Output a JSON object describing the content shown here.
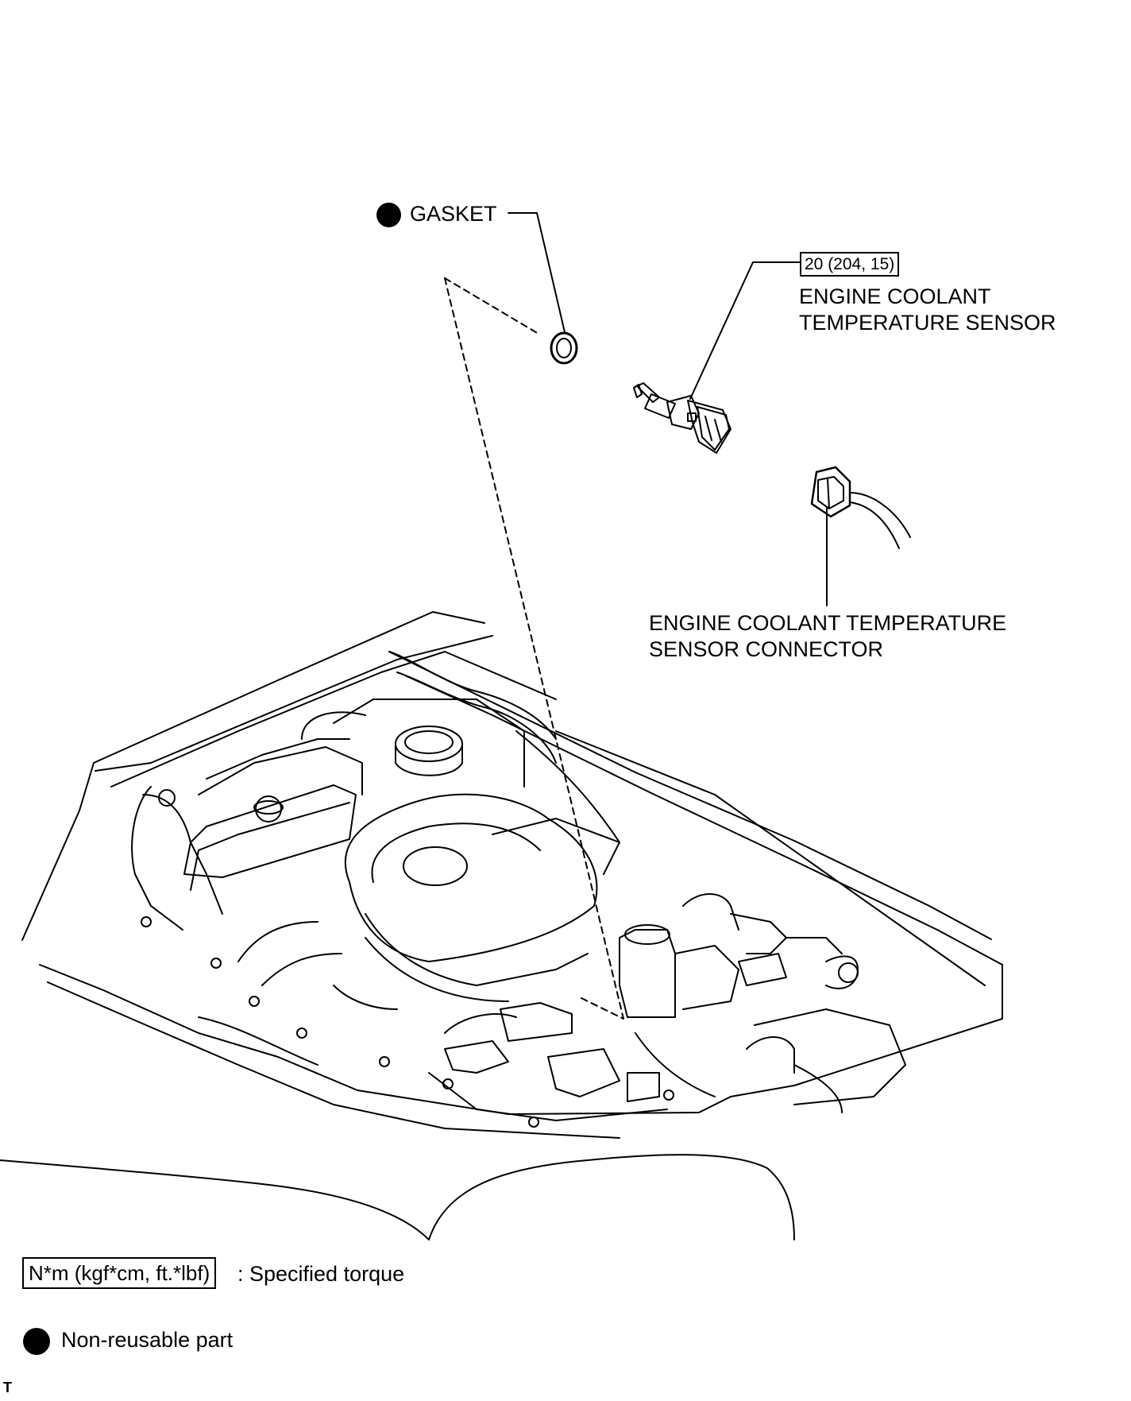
{
  "labels": {
    "gasket": "GASKET",
    "torque_value": "20 (204, 15)",
    "sensor_line1": "ENGINE COOLANT",
    "sensor_line2": "TEMPERATURE SENSOR",
    "connector_line1": "ENGINE COOLANT TEMPERATURE",
    "connector_line2": "SENSOR CONNECTOR"
  },
  "legend": {
    "torque_box": "N*m (kgf*cm, ft.*lbf)",
    "torque_desc": ": Specified torque",
    "nonreusable_desc": "Non-reusable part"
  },
  "corner_mark": "T",
  "icons": {
    "non_reusable": "filled-black-circle"
  }
}
